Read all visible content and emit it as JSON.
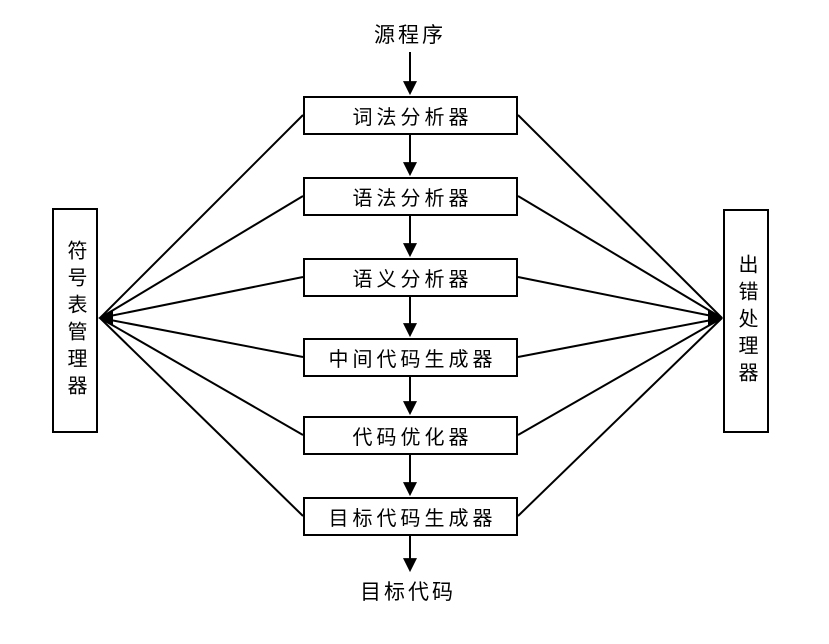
{
  "diagram": {
    "source_label": "源程序",
    "target_label": "目标代码",
    "stages": [
      "词法分析器",
      "语法分析器",
      "语义分析器",
      "中间代码生成器",
      "代码优化器",
      "目标代码生成器"
    ],
    "side_boxes": {
      "left": "符号表管理器",
      "right": "出错处理器"
    },
    "colors": {
      "background": "#ffffff",
      "line": "#000000",
      "text": "#000000"
    }
  }
}
